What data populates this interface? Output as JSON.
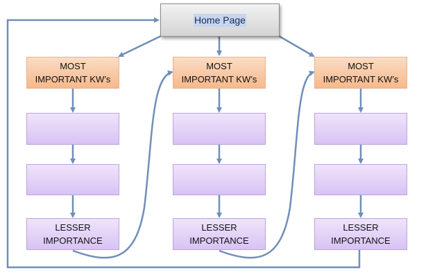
{
  "home": {
    "label": "Home Page"
  },
  "columns": [
    {
      "top_label": "MOST\nIMPORTANT KW’s",
      "mid1_label": "",
      "mid2_label": "",
      "bottom_label": "LESSER\nIMPORTANCE"
    },
    {
      "top_label": "MOST\nIMPORTANT KW’s",
      "mid1_label": "",
      "mid2_label": "",
      "bottom_label": "LESSER\nIMPORTANCE"
    },
    {
      "top_label": "MOST\nIMPORTANT KW’s",
      "mid1_label": "",
      "mid2_label": "",
      "bottom_label": "LESSER\nIMPORTANCE"
    }
  ],
  "colors": {
    "arrow": "#6f8fb8",
    "top_fill": "#f5b98c",
    "box_fill": "#d8c3f4",
    "home_fill": "#d9d9d9"
  }
}
